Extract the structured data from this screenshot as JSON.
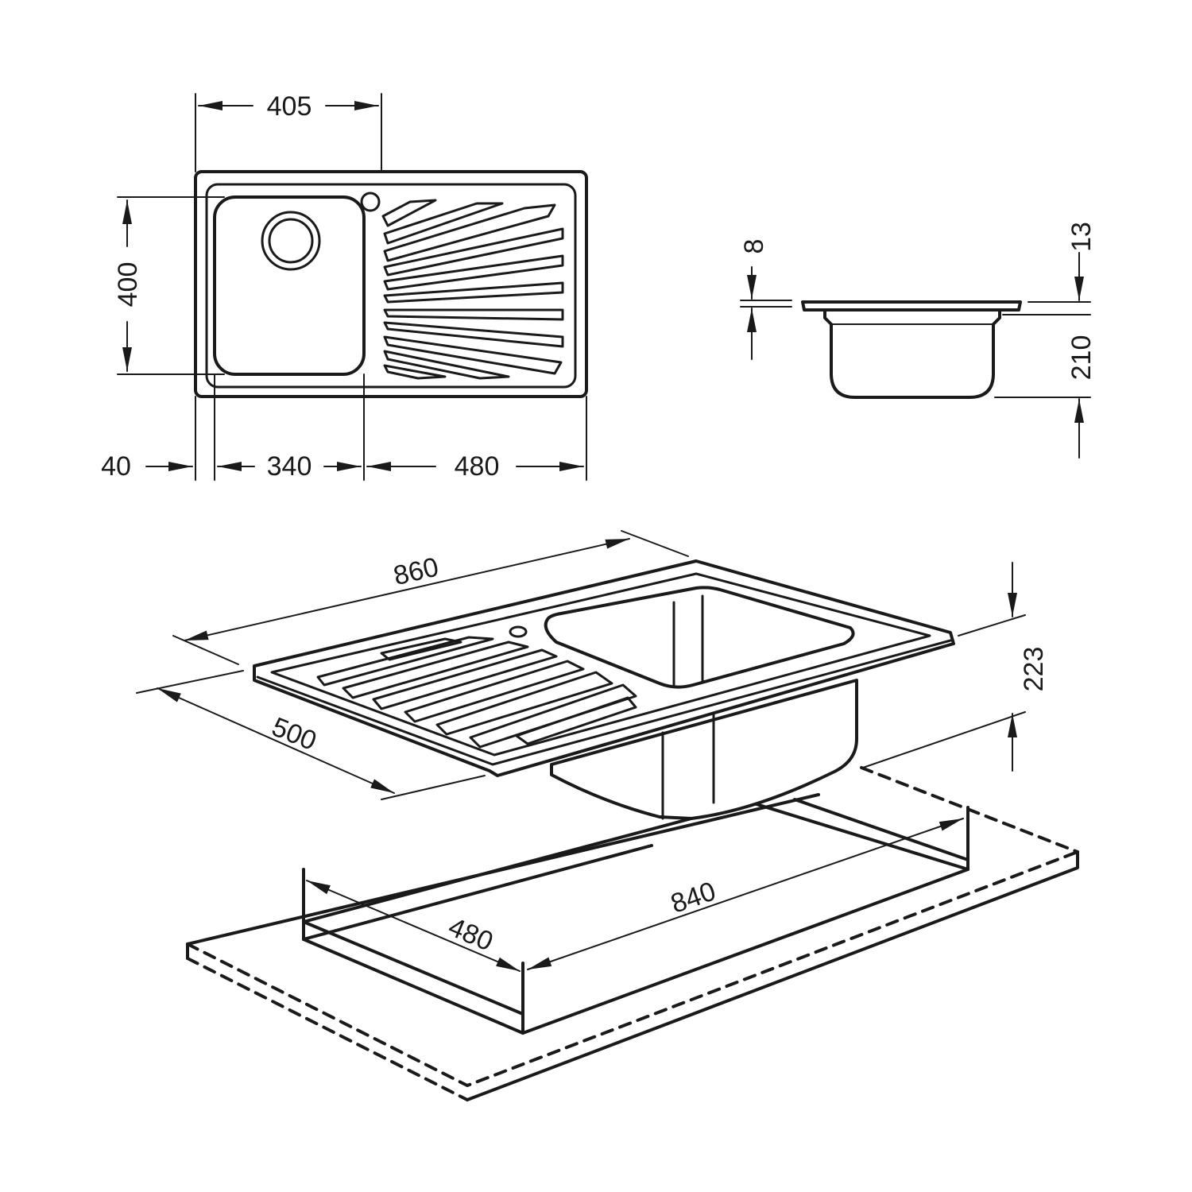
{
  "dimensions": {
    "top_view": {
      "bowl_offset": "405",
      "depth": "400",
      "left_margin": "40",
      "bowl_width": "340",
      "drainer_width": "480"
    },
    "side_view": {
      "rim_thickness": "8",
      "rim_height": "13",
      "bowl_depth": "210"
    },
    "iso_view": {
      "length": "860",
      "width": "500",
      "height": "223"
    },
    "cutout": {
      "length": "840",
      "width": "480"
    }
  },
  "colors": {
    "line": "#1a1a1a",
    "background": "#ffffff"
  }
}
